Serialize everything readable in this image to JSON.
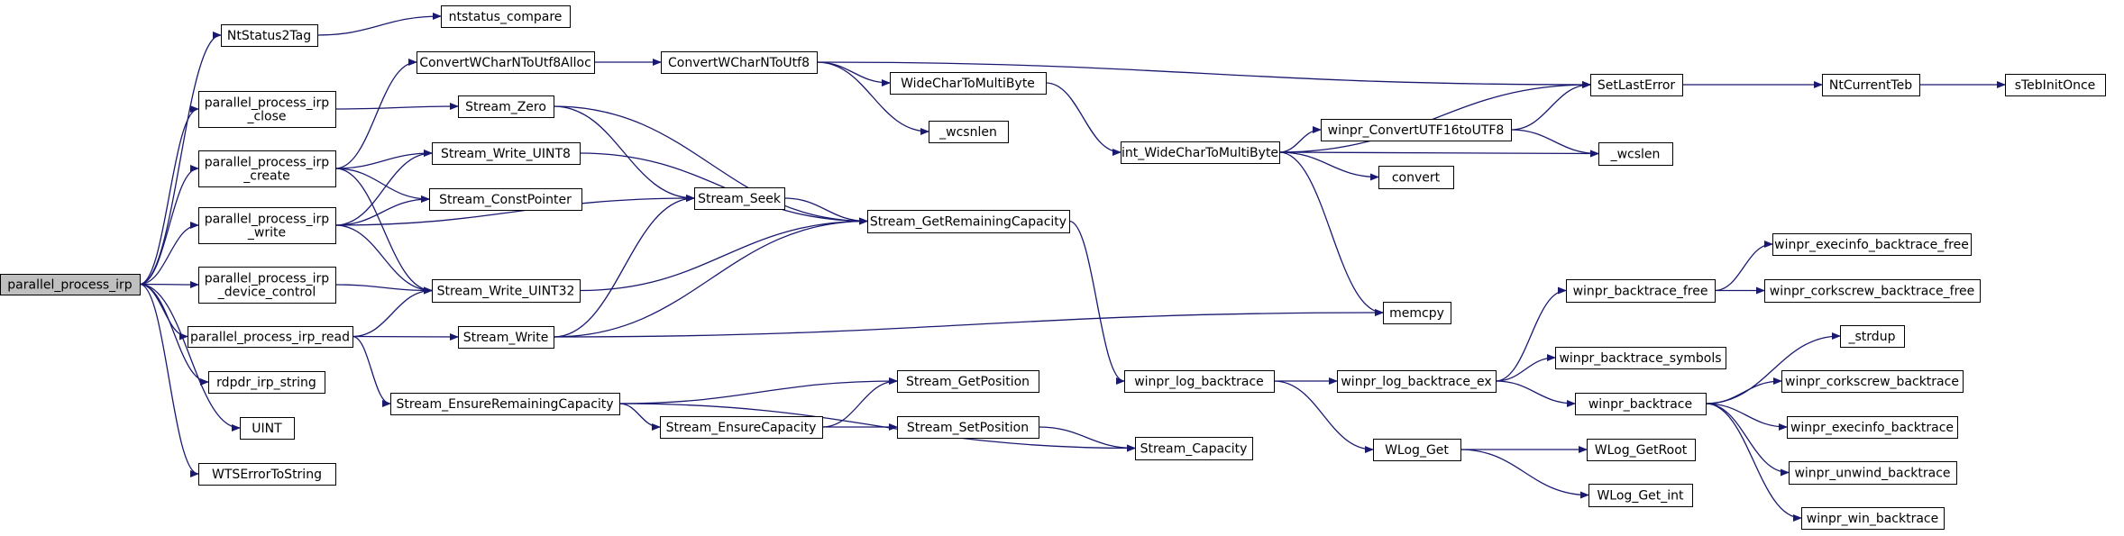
{
  "colors": {
    "root_fill": "#bfbfbf",
    "node_fill": "#ffffff",
    "node_border": "#000000",
    "truncated_border": "#ff0000",
    "edge": "#191970"
  },
  "nodes": [
    {
      "id": "root",
      "lines": [
        "parallel_process_irp"
      ],
      "root": true
    },
    {
      "id": "ntstatus2tag",
      "lines": [
        "NtStatus2Tag"
      ]
    },
    {
      "id": "ntstatus_compare",
      "lines": [
        "ntstatus_compare"
      ]
    },
    {
      "id": "ppi_close",
      "lines": [
        "parallel_process_irp",
        "_close"
      ]
    },
    {
      "id": "ppi_create",
      "lines": [
        "parallel_process_irp",
        "_create"
      ]
    },
    {
      "id": "ppi_write",
      "lines": [
        "parallel_process_irp",
        "_write"
      ]
    },
    {
      "id": "ppi_devctl",
      "lines": [
        "parallel_process_irp",
        "_device_control"
      ]
    },
    {
      "id": "ppi_read",
      "lines": [
        "parallel_process_irp_read"
      ]
    },
    {
      "id": "rdpdr_irp_string",
      "lines": [
        "rdpdr_irp_string"
      ]
    },
    {
      "id": "uint",
      "lines": [
        "UINT"
      ]
    },
    {
      "id": "wtserror",
      "lines": [
        "WTSErrorToString"
      ]
    },
    {
      "id": "cwc_alloc",
      "lines": [
        "ConvertWCharNToUtf8Alloc"
      ]
    },
    {
      "id": "cwc",
      "lines": [
        "ConvertWCharNToUtf8"
      ]
    },
    {
      "id": "stream_zero",
      "lines": [
        "Stream_Zero"
      ]
    },
    {
      "id": "stream_write_uint8",
      "lines": [
        "Stream_Write_UINT8"
      ]
    },
    {
      "id": "stream_constpointer",
      "lines": [
        "Stream_ConstPointer"
      ]
    },
    {
      "id": "stream_seek",
      "lines": [
        "Stream_Seek"
      ]
    },
    {
      "id": "stream_write_uint32",
      "lines": [
        "Stream_Write_UINT32"
      ]
    },
    {
      "id": "stream_write",
      "lines": [
        "Stream_Write"
      ]
    },
    {
      "id": "stream_getremcap",
      "lines": [
        "Stream_GetRemainingCapacity"
      ]
    },
    {
      "id": "stream_ensurerem",
      "lines": [
        "Stream_EnsureRemainingCapacity"
      ]
    },
    {
      "id": "stream_ensurecap",
      "lines": [
        "Stream_EnsureCapacity"
      ]
    },
    {
      "id": "stream_getpos",
      "lines": [
        "Stream_GetPosition"
      ]
    },
    {
      "id": "stream_setpos",
      "lines": [
        "Stream_SetPosition"
      ]
    },
    {
      "id": "stream_capacity",
      "lines": [
        "Stream_Capacity"
      ]
    },
    {
      "id": "wctmb",
      "lines": [
        "WideCharToMultiByte"
      ]
    },
    {
      "id": "wcsnlen",
      "lines": [
        "_wcsnlen"
      ]
    },
    {
      "id": "int_wctmb",
      "lines": [
        "int_WideCharToMultiByte"
      ]
    },
    {
      "id": "setlasterror",
      "lines": [
        "SetLastError"
      ]
    },
    {
      "id": "ntcurrentteb",
      "lines": [
        "NtCurrentTeb"
      ]
    },
    {
      "id": "stebinitonce",
      "lines": [
        "sTebInitOnce"
      ],
      "truncated": true
    },
    {
      "id": "convutf16",
      "lines": [
        "winpr_ConvertUTF16toUTF8"
      ],
      "truncated": true
    },
    {
      "id": "wcslen",
      "lines": [
        "_wcslen"
      ]
    },
    {
      "id": "convert",
      "lines": [
        "convert"
      ],
      "truncated": true
    },
    {
      "id": "memcpy",
      "lines": [
        "memcpy"
      ]
    },
    {
      "id": "log_backtrace",
      "lines": [
        "winpr_log_backtrace"
      ]
    },
    {
      "id": "log_backtrace_ex",
      "lines": [
        "winpr_log_backtrace_ex"
      ]
    },
    {
      "id": "bt_free",
      "lines": [
        "winpr_backtrace_free"
      ],
      "truncated": true
    },
    {
      "id": "execinfo_free",
      "lines": [
        "winpr_execinfo_backtrace_free"
      ]
    },
    {
      "id": "corkscrew_free",
      "lines": [
        "winpr_corkscrew_backtrace_free"
      ]
    },
    {
      "id": "bt_symbols",
      "lines": [
        "winpr_backtrace_symbols"
      ],
      "truncated": true
    },
    {
      "id": "backtrace",
      "lines": [
        "winpr_backtrace"
      ]
    },
    {
      "id": "strdup",
      "lines": [
        "_strdup"
      ]
    },
    {
      "id": "corkscrew_bt",
      "lines": [
        "winpr_corkscrew_backtrace"
      ],
      "truncated": true
    },
    {
      "id": "execinfo_bt",
      "lines": [
        "winpr_execinfo_backtrace"
      ]
    },
    {
      "id": "unwind_bt",
      "lines": [
        "winpr_unwind_backtrace"
      ],
      "truncated": true
    },
    {
      "id": "win_bt",
      "lines": [
        "winpr_win_backtrace"
      ]
    },
    {
      "id": "wlog_get",
      "lines": [
        "WLog_Get"
      ]
    },
    {
      "id": "wlog_getroot",
      "lines": [
        "WLog_GetRoot"
      ],
      "truncated": true
    },
    {
      "id": "wlog_get_int",
      "lines": [
        "WLog_Get_int"
      ],
      "truncated": true
    }
  ],
  "edges": [
    [
      "root",
      "ntstatus2tag"
    ],
    [
      "root",
      "ppi_close"
    ],
    [
      "root",
      "ppi_create"
    ],
    [
      "root",
      "ppi_write"
    ],
    [
      "root",
      "ppi_devctl"
    ],
    [
      "root",
      "ppi_read"
    ],
    [
      "root",
      "rdpdr_irp_string"
    ],
    [
      "root",
      "uint"
    ],
    [
      "root",
      "wtserror"
    ],
    [
      "ntstatus2tag",
      "ntstatus_compare"
    ],
    [
      "ppi_close",
      "stream_zero"
    ],
    [
      "ppi_create",
      "cwc_alloc"
    ],
    [
      "ppi_create",
      "stream_write_uint8"
    ],
    [
      "ppi_create",
      "stream_constpointer"
    ],
    [
      "ppi_create",
      "stream_write_uint32"
    ],
    [
      "ppi_write",
      "stream_write_uint8"
    ],
    [
      "ppi_write",
      "stream_constpointer"
    ],
    [
      "ppi_write",
      "stream_seek"
    ],
    [
      "ppi_write",
      "stream_write_uint32"
    ],
    [
      "ppi_devctl",
      "stream_write_uint32"
    ],
    [
      "ppi_read",
      "stream_write_uint32"
    ],
    [
      "ppi_read",
      "stream_write"
    ],
    [
      "ppi_read",
      "stream_ensurerem"
    ],
    [
      "cwc_alloc",
      "cwc"
    ],
    [
      "cwc",
      "setlasterror"
    ],
    [
      "cwc",
      "wctmb"
    ],
    [
      "cwc",
      "wcsnlen"
    ],
    [
      "stream_zero",
      "stream_seek"
    ],
    [
      "stream_zero",
      "stream_getremcap"
    ],
    [
      "stream_write_uint8",
      "stream_getremcap"
    ],
    [
      "stream_seek",
      "stream_getremcap"
    ],
    [
      "stream_write_uint32",
      "stream_getremcap"
    ],
    [
      "stream_write",
      "stream_seek"
    ],
    [
      "stream_write",
      "stream_getremcap"
    ],
    [
      "stream_write",
      "memcpy"
    ],
    [
      "stream_getremcap",
      "log_backtrace"
    ],
    [
      "stream_ensurerem",
      "stream_getpos"
    ],
    [
      "stream_ensurerem",
      "stream_ensurecap"
    ],
    [
      "stream_ensurerem",
      "stream_capacity"
    ],
    [
      "stream_ensurecap",
      "stream_getpos"
    ],
    [
      "stream_ensurecap",
      "stream_setpos"
    ],
    [
      "stream_setpos",
      "stream_capacity"
    ],
    [
      "wctmb",
      "int_wctmb"
    ],
    [
      "int_wctmb",
      "setlasterror"
    ],
    [
      "int_wctmb",
      "convutf16"
    ],
    [
      "int_wctmb",
      "convert"
    ],
    [
      "int_wctmb",
      "wcslen"
    ],
    [
      "int_wctmb",
      "memcpy"
    ],
    [
      "convutf16",
      "setlasterror"
    ],
    [
      "convutf16",
      "wcslen"
    ],
    [
      "setlasterror",
      "ntcurrentteb"
    ],
    [
      "ntcurrentteb",
      "stebinitonce"
    ],
    [
      "log_backtrace",
      "log_backtrace_ex"
    ],
    [
      "log_backtrace",
      "wlog_get"
    ],
    [
      "log_backtrace_ex",
      "bt_free"
    ],
    [
      "log_backtrace_ex",
      "bt_symbols"
    ],
    [
      "log_backtrace_ex",
      "backtrace"
    ],
    [
      "bt_free",
      "execinfo_free"
    ],
    [
      "bt_free",
      "corkscrew_free"
    ],
    [
      "backtrace",
      "strdup"
    ],
    [
      "backtrace",
      "corkscrew_bt"
    ],
    [
      "backtrace",
      "execinfo_bt"
    ],
    [
      "backtrace",
      "unwind_bt"
    ],
    [
      "backtrace",
      "win_bt"
    ],
    [
      "wlog_get",
      "wlog_getroot"
    ],
    [
      "wlog_get",
      "wlog_get_int"
    ]
  ]
}
